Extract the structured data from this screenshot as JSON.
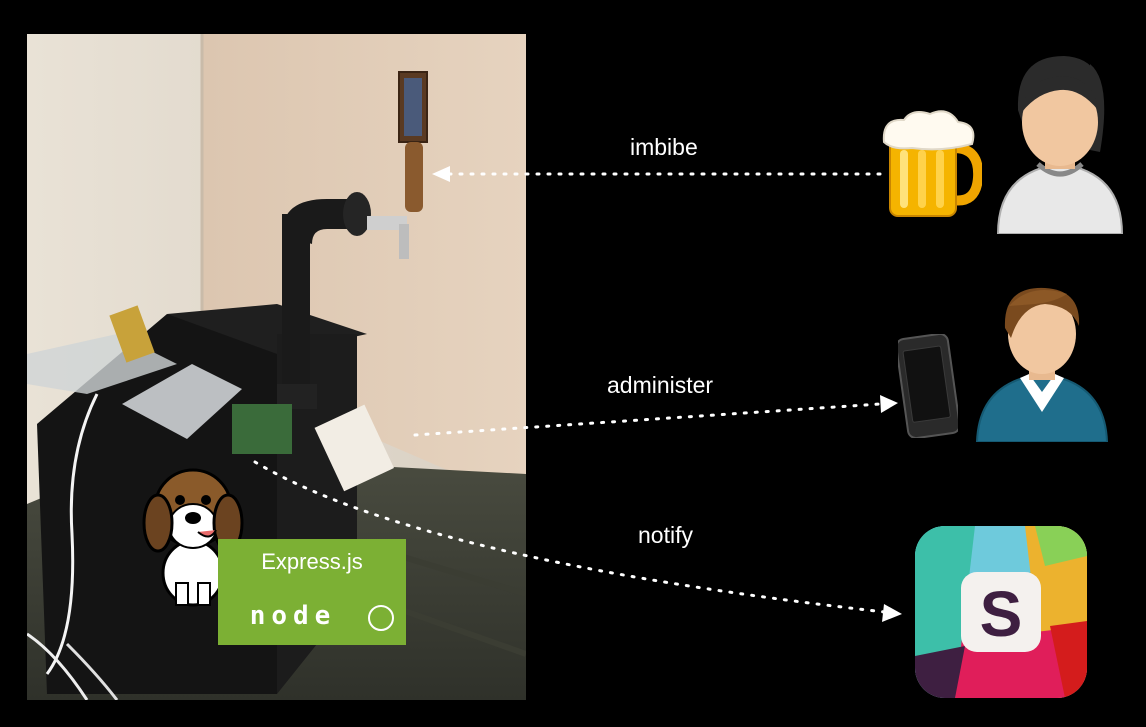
{
  "arrows": {
    "imbibe": "imbibe",
    "administer": "administer",
    "notify": "notify"
  },
  "badge": {
    "express": "Express.js",
    "node": "node"
  },
  "colors": {
    "background": "#000000",
    "arrow": "#ffffff",
    "badge_green": "#7cb034",
    "slack_purple": "#3e1f41",
    "slack_teal": "#3dbfa9",
    "slack_yellow": "#ecb22e",
    "slack_pink": "#e01e5a",
    "slack_blue": "#6ecadc"
  }
}
